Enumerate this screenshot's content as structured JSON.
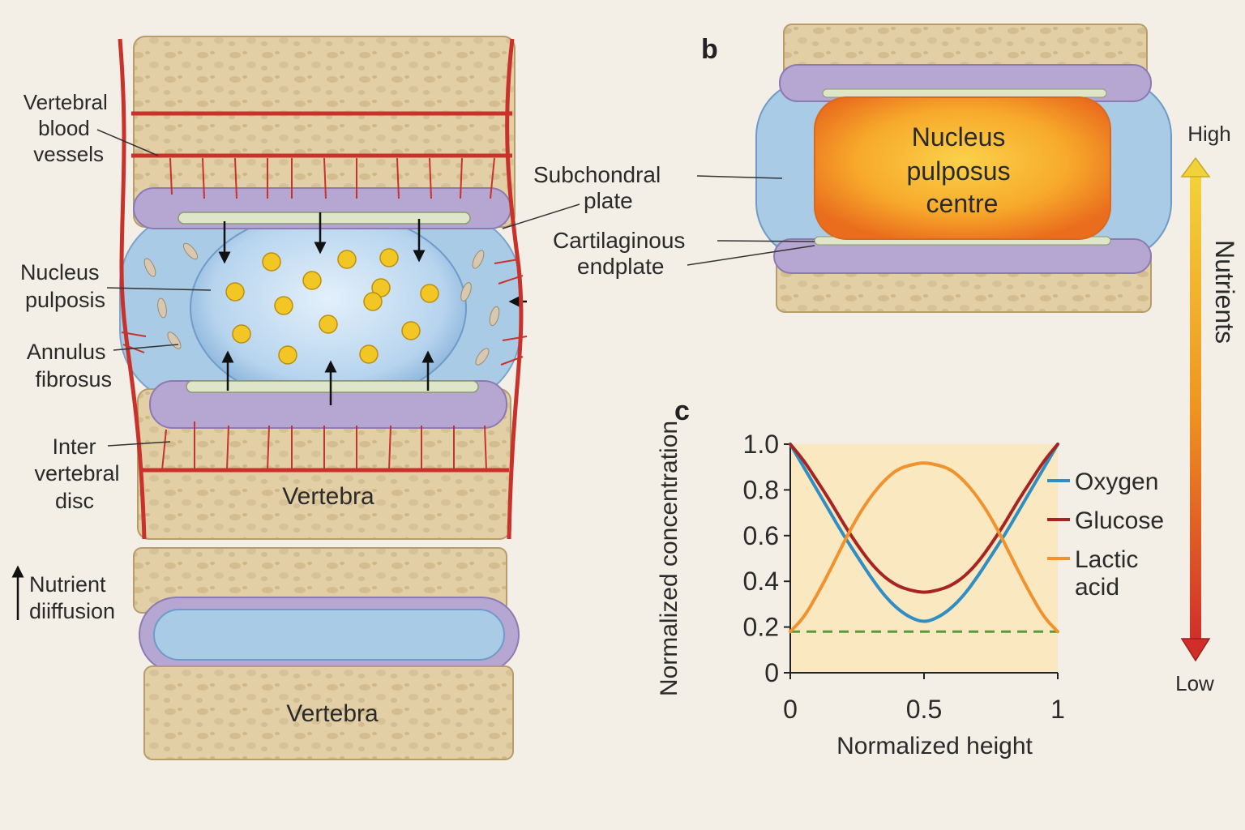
{
  "panel_a": {
    "labels": {
      "vessels": [
        "Vertebral",
        "blood",
        "vessels"
      ],
      "nucleus": [
        "Nucleus",
        "pulposis"
      ],
      "annulus": [
        "Annulus",
        "fibrosus"
      ],
      "disc": [
        "Inter",
        "vertebral",
        "disc"
      ],
      "vertebra_upper": "Vertebra",
      "vertebra_lower": "Vertebra",
      "legend": [
        "Nutrient",
        "diiffusion"
      ]
    }
  },
  "panel_b": {
    "letter": "b",
    "labels": {
      "nucleus_centre": [
        "Nucleus",
        "pulposus",
        "centre"
      ],
      "subchondral": [
        "Subchondral",
        "plate"
      ],
      "cartilaginous": [
        "Cartilaginous",
        "endplate"
      ]
    },
    "scale": {
      "title": "Nutrients",
      "high": "High",
      "low": "Low"
    }
  },
  "panel_c": {
    "letter": "c"
  },
  "colors": {
    "oxygen": "#2f8fc4",
    "glucose": "#a82422",
    "lactic": "#f0922e",
    "threshold": "#5a9a3a",
    "bone": "#e2cfa6",
    "disc_blue": "#a9cbe6",
    "plate_purple": "#b6a6d2",
    "vessel_red": "#c8322b"
  },
  "chart_data": {
    "type": "line",
    "xlabel": "Normalized height",
    "ylabel": "Normalized concentration",
    "xlim": [
      0,
      1
    ],
    "ylim": [
      0,
      1.0
    ],
    "xticks": [
      "0",
      "0.5",
      "1"
    ],
    "yticks": [
      "0",
      "0.2",
      "0.4",
      "0.6",
      "0.8",
      "1.0"
    ],
    "legend_position": "right",
    "x": [
      0,
      0.05,
      0.1,
      0.15,
      0.2,
      0.25,
      0.3,
      0.35,
      0.4,
      0.45,
      0.5,
      0.55,
      0.6,
      0.65,
      0.7,
      0.75,
      0.8,
      0.85,
      0.9,
      0.95,
      1.0
    ],
    "series": [
      {
        "name": "Oxygen",
        "values": [
          1.0,
          0.9,
          0.8,
          0.7,
          0.6,
          0.51,
          0.42,
          0.34,
          0.28,
          0.24,
          0.22,
          0.24,
          0.28,
          0.34,
          0.42,
          0.51,
          0.6,
          0.7,
          0.8,
          0.9,
          1.0
        ]
      },
      {
        "name": "Glucose",
        "values": [
          1.0,
          0.93,
          0.84,
          0.75,
          0.65,
          0.56,
          0.48,
          0.42,
          0.38,
          0.36,
          0.35,
          0.36,
          0.38,
          0.42,
          0.48,
          0.56,
          0.65,
          0.75,
          0.84,
          0.93,
          1.0
        ]
      },
      {
        "name": "Lactic acid",
        "values": [
          0.18,
          0.24,
          0.34,
          0.45,
          0.57,
          0.68,
          0.77,
          0.84,
          0.89,
          0.91,
          0.92,
          0.91,
          0.89,
          0.84,
          0.77,
          0.68,
          0.57,
          0.45,
          0.34,
          0.24,
          0.18
        ]
      }
    ],
    "reference_line": {
      "y": 0.18,
      "style": "dashed"
    }
  }
}
